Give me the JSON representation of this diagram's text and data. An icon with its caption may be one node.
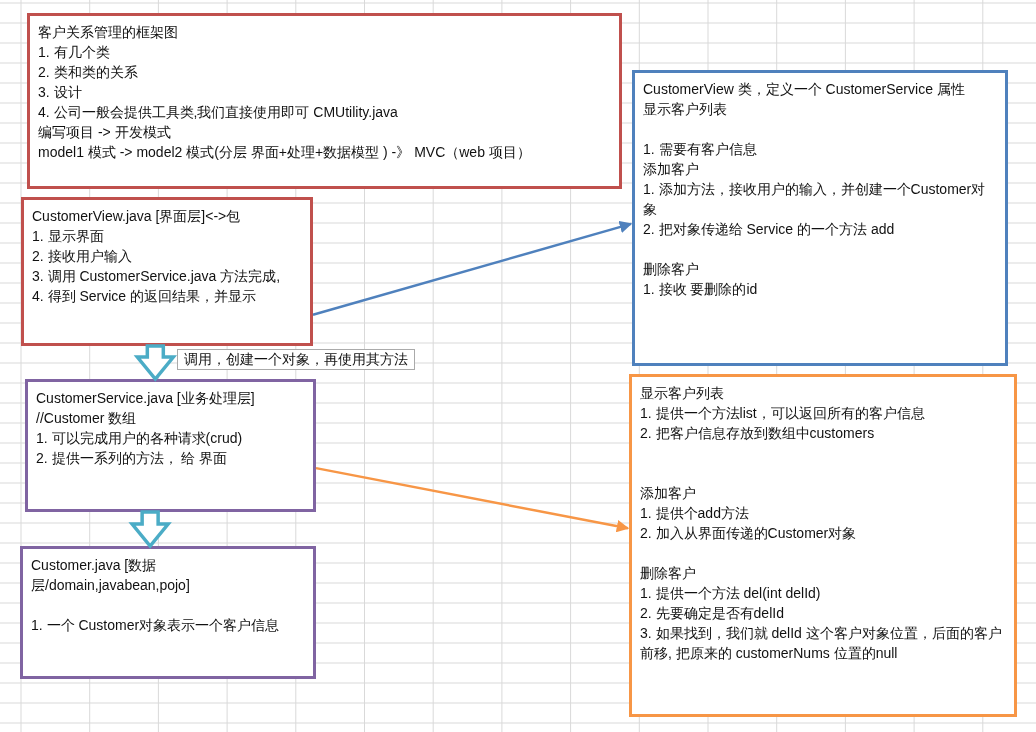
{
  "diagram": {
    "nodes": [
      {
        "text": [
          "客户关系管理的框架图",
          "1. 有几个类",
          "2. 类和类的关系",
          "3. 设计",
          "4. 公司一般会提供工具类,我们直接使用即可 CMUtility.java",
          "编写项目 -> 开发模式",
          "model1 模式  ->  model2 模式(分层 界面+处理+数据模型 ) -》 MVC（web 项目）"
        ]
      },
      {
        "text": [
          "CustomerView.java  [界面层]<->包",
          "1. 显示界面",
          "2. 接收用户输入",
          "3. 调用 CustomerService.java 方法完成,",
          "4. 得到 Service 的返回结果，并显示"
        ]
      },
      {
        "text": [
          "CustomerService.java  [业务处理层]",
          "//Customer 数组",
          "1. 可以完成用户的各种请求(crud)",
          "2. 提供一系列的方法， 给 界面"
        ]
      },
      {
        "text": [
          "Customer.java  [数据层/domain,javabean,pojo]",
          "1. 一个 Customer对象表示一个客户信息"
        ]
      },
      {
        "text": [
          "CustomerView 类，定义一个 CustomerService 属性",
          "显示客户列表",
          "1. 需要有客户信息",
          "添加客户",
          "1. 添加方法，接收用户的输入，并创建一个Customer对象",
          "2. 把对象传递给 Service 的一个方法 add",
          "删除客户",
          "1. 接收 要删除的id"
        ]
      },
      {
        "text": [
          "显示客户列表",
          "1. 提供一个方法list，可以返回所有的客户信息",
          "2. 把客户信息存放到数组中customers",
          "添加客户",
          "1. 提供个add方法",
          "2. 加入从界面传递的Customer对象",
          "删除客户",
          "1. 提供一个方法 del(int delId)",
          "2. 先要确定是否有delId",
          "3. 如果找到，我们就 delId 这个客户对象位置，后面的客户前移, 把原来的 customerNums 位置的null"
        ]
      }
    ],
    "edges": [
      {
        "from": 1,
        "to": 2,
        "arrow": "to",
        "label": "调用，创建一个对象，再使用其方法",
        "style": "thick",
        "color": "#4bacc6"
      },
      {
        "from": 2,
        "to": 3,
        "arrow": "to",
        "style": "thick",
        "color": "#4bacc6"
      },
      {
        "from": 1,
        "to": 4,
        "arrow": "to",
        "color": "#4f81bd"
      },
      {
        "from": 2,
        "to": 5,
        "arrow": "to",
        "color": "#f79646"
      }
    ]
  }
}
